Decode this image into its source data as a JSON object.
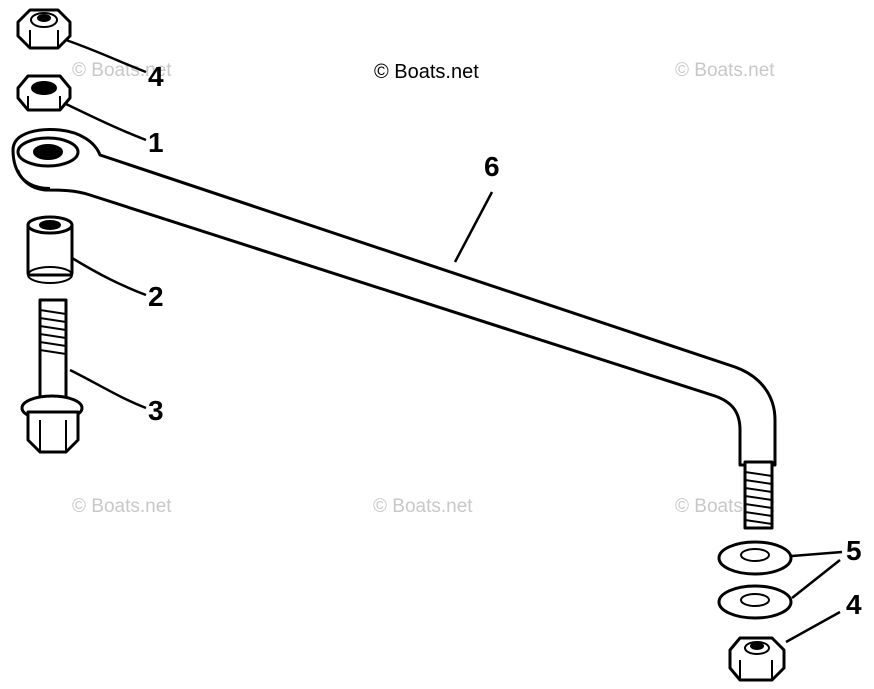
{
  "copyright_text": "© Boats.net",
  "watermarks": [
    "© Boats.net",
    "© Boats.net",
    "© Boats.net",
    "© Boats.net",
    "© Boats.net"
  ],
  "callouts": {
    "nut_top": "4",
    "washer_top": "1",
    "spacer": "2",
    "bolt": "3",
    "link_rod": "6",
    "washers_bottom": "5",
    "nut_bottom": "4"
  },
  "colors": {
    "ink": "#000000",
    "watermark": "#c8c8c8",
    "background": "#ffffff"
  }
}
